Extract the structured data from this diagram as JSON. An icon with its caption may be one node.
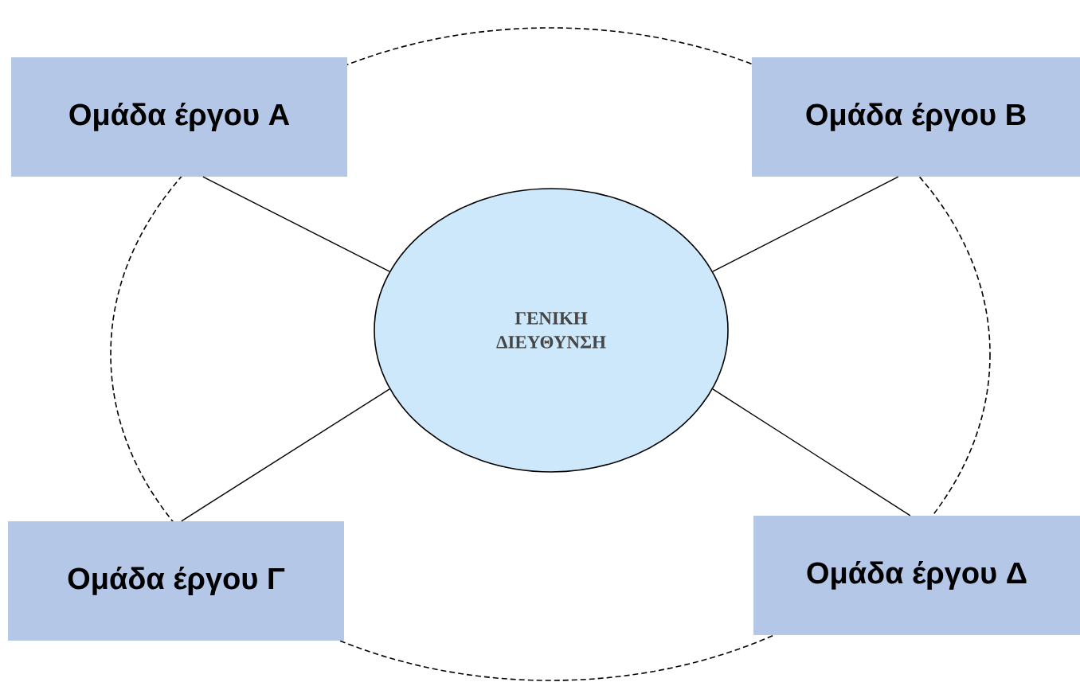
{
  "diagram": {
    "nodes": [
      {
        "text": [
          "ΓΕΝΙΚΗ ΔΙΕΥΘΥΝΣΗ"
        ]
      },
      {
        "text": [
          "Ομάδα έργου Α"
        ]
      },
      {
        "text": [
          "Ομάδα έργου Β"
        ]
      },
      {
        "text": [
          "Ομάδα έργου Γ"
        ]
      },
      {
        "text": [
          "Ομάδα έργου Δ"
        ]
      }
    ],
    "edges": [
      {
        "from": 1,
        "to": 0,
        "arrow": "none"
      },
      {
        "from": 2,
        "to": 0,
        "arrow": "none"
      },
      {
        "from": 3,
        "to": 0,
        "arrow": "none"
      },
      {
        "from": 4,
        "to": 0,
        "arrow": "none"
      }
    ]
  }
}
